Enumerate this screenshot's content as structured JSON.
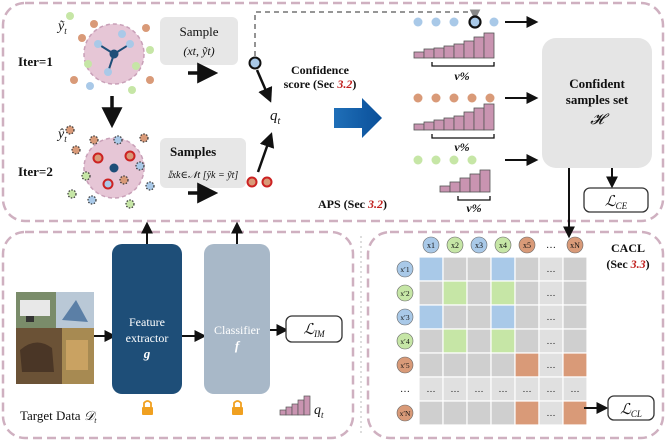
{
  "iter1": {
    "label": "Iter=1",
    "class_label": "ỹ",
    "class_sub": "t",
    "sample_title": "Sample",
    "sample_formula": "(xt, ỹt)"
  },
  "iter2": {
    "label": "Iter=2",
    "class_label": "ŷ",
    "class_sub": "t",
    "samples_title": "Samples",
    "samples_formula": "𝕀xk∈𝒩t [ŷk = ỹt]"
  },
  "confidence": {
    "title_line1": "Confidence",
    "title_line2_prefix": "score (Sec ",
    "section": "3.2",
    "title_line2_suffix": ")"
  },
  "q_label": "q",
  "q_sub": "t",
  "nu_label": "ν%",
  "confident_set": {
    "line1": "Confident",
    "line2": "samples set",
    "symbol": "𝓗"
  },
  "loss_ce": {
    "main": "ℒ",
    "sub": "CE"
  },
  "aps": {
    "prefix": "APS (Sec ",
    "section": "3.2",
    "suffix": ")"
  },
  "feature_extractor": {
    "line1": "Feature",
    "line2": "extractor",
    "symbol": "g"
  },
  "classifier": {
    "line1": "Classifier",
    "symbol": "f"
  },
  "loss_im": {
    "main": "ℒ",
    "sub": "IM"
  },
  "target_data": {
    "prefix": "Target Data ",
    "symbol": "𝒟",
    "sub": "t"
  },
  "cacl": {
    "title": "CACL",
    "prefix": "(Sec ",
    "section": "3.3",
    "suffix": ")"
  },
  "loss_cl": {
    "main": "ℒ",
    "sub": "CL"
  },
  "matrix": {
    "col_labels": [
      "x1",
      "x2",
      "x3",
      "x4",
      "x5",
      "…",
      "xN"
    ],
    "row_labels": [
      "x′1",
      "x′2",
      "x′3",
      "x′4",
      "x′5",
      "…",
      "x′N"
    ],
    "ellipsis": "…"
  },
  "colors": {
    "blue": "#a9c9e8",
    "green": "#c6e6a6",
    "orange": "#d99a78",
    "pink": "#c994b1",
    "gray": "#cfcfcf",
    "dark_blue": "#1e4e78",
    "classifier": "#a8b8c8",
    "red_ring": "#cc2222"
  }
}
